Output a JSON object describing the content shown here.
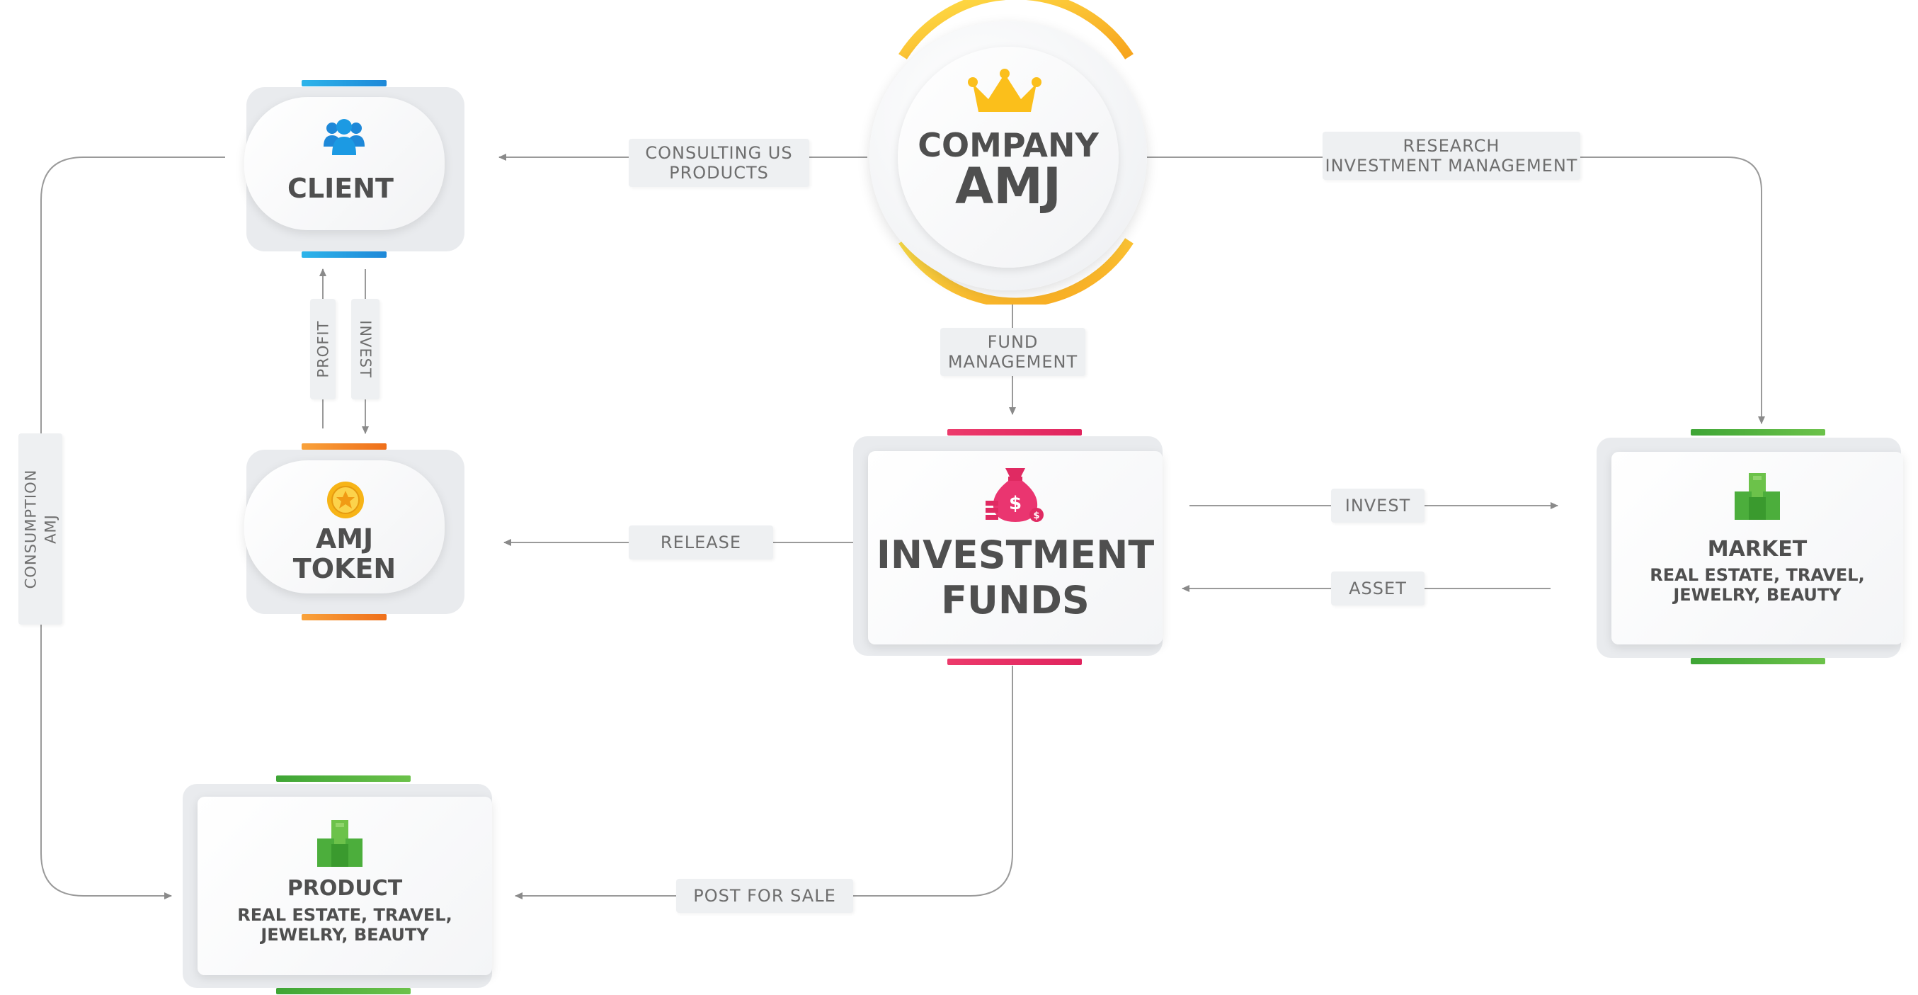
{
  "nodes": {
    "company": {
      "line1": "COMPANY",
      "line2": "AMJ",
      "icon": "crown-icon"
    },
    "client": {
      "label": "CLIENT",
      "icon": "users-icon"
    },
    "token": {
      "line1": "AMJ",
      "line2": "TOKEN",
      "icon": "coin-icon"
    },
    "funds": {
      "line1": "INVESTMENT",
      "line2": "FUNDS",
      "icon": "money-bag-icon"
    },
    "market": {
      "label": "MARKET",
      "sub1": "REAL ESTATE, TRAVEL,",
      "sub2": "JEWELRY, BEAUTY",
      "icon": "blocks-icon"
    },
    "product": {
      "label": "PRODUCT",
      "sub1": "REAL ESTATE, TRAVEL,",
      "sub2": "JEWELRY, BEAUTY",
      "icon": "blocks-icon"
    }
  },
  "edges": {
    "consulting": {
      "line1": "CONSULTING US",
      "line2": "PRODUCTS"
    },
    "research": {
      "line1": "RESEARCH",
      "line2": "INVESTMENT MANAGEMENT"
    },
    "fund_mgmt": {
      "line1": "FUND",
      "line2": "MANAGEMENT"
    },
    "profit": "PROFIT",
    "invest_v": "INVEST",
    "consumption": {
      "line1": "CONSUMPTION",
      "line2": "AMJ"
    },
    "release": "RELEASE",
    "invest_h": "INVEST",
    "asset": "ASSET",
    "post_for_sale": "POST FOR SALE"
  },
  "colors": {
    "client_accent": "#1e9be0",
    "token_accent": "#f07f1e",
    "funds_accent": "#e8336b",
    "market_accent": "#4cae3c",
    "company_ring": "#fbc02d",
    "connector": "#8a8a8a"
  }
}
